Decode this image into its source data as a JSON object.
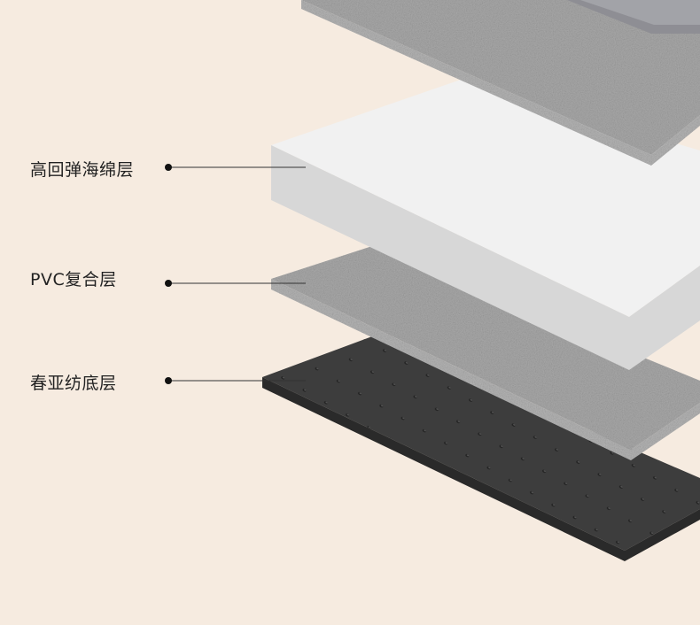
{
  "colors": {
    "background": "#f6ebe0",
    "speckle_gray": "#a9a9a9",
    "speckle_side": "#b4b4b4",
    "foam_top": "#f1f1f1",
    "foam_side": "#d7d7d7",
    "backing_top": "#3d3d3d",
    "backing_side": "#2a2a2a",
    "leader_line": "#333333"
  },
  "layers": [
    {
      "id": "foam",
      "label": "高回弹海绵层"
    },
    {
      "id": "pvc",
      "label": "PVC复合层"
    },
    {
      "id": "backing",
      "label": "春亚纺底层"
    }
  ]
}
